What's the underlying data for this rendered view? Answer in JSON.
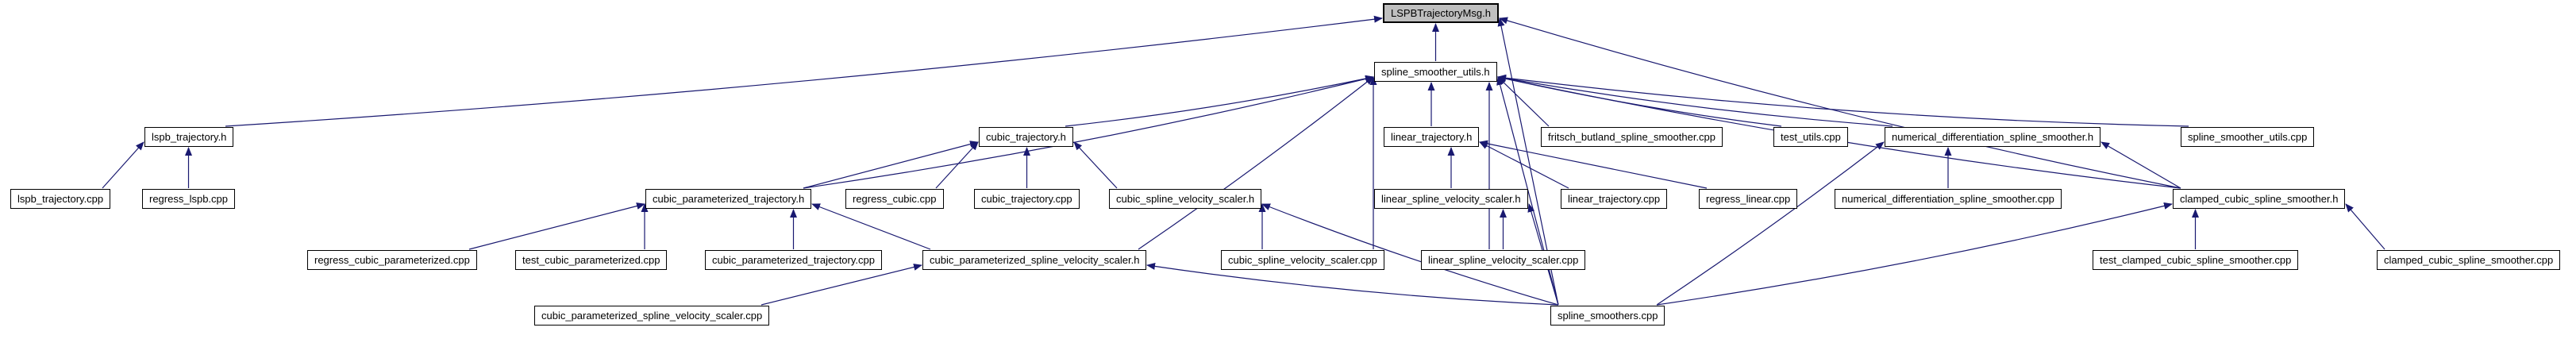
{
  "graph": {
    "background_color": "#ffffff",
    "edge_color": "#191970",
    "node_fill": "#ffffff",
    "node_border_color": "#000000",
    "root_fill": "#bfbfbf",
    "root_label": "LSPBTrajectoryMsg.h",
    "nodes": [
      {
        "id": "root",
        "label": "LSPBTrajectoryMsg.h"
      },
      {
        "id": "utils",
        "label": "spline_smoother_utils.h"
      },
      {
        "id": "lspb_h",
        "label": "lspb_trajectory.h"
      },
      {
        "id": "cubic_h",
        "label": "cubic_trajectory.h"
      },
      {
        "id": "linear_h",
        "label": "linear_trajectory.h"
      },
      {
        "id": "fritsch_cpp",
        "label": "fritsch_butland_spline_smoother.cpp"
      },
      {
        "id": "test_utils_cpp",
        "label": "test_utils.cpp"
      },
      {
        "id": "ndss_h",
        "label": "numerical_differentiation_spline_smoother.h"
      },
      {
        "id": "utils_cpp",
        "label": "spline_smoother_utils.cpp"
      },
      {
        "id": "lspb_cpp",
        "label": "lspb_trajectory.cpp"
      },
      {
        "id": "regress_lspb",
        "label": "regress_lspb.cpp"
      },
      {
        "id": "cpt_h",
        "label": "cubic_parameterized_trajectory.h"
      },
      {
        "id": "regress_cubic",
        "label": "regress_cubic.cpp"
      },
      {
        "id": "cubic_cpp",
        "label": "cubic_trajectory.cpp"
      },
      {
        "id": "csvs_h",
        "label": "cubic_spline_velocity_scaler.h"
      },
      {
        "id": "lsvs_h",
        "label": "linear_spline_velocity_scaler.h"
      },
      {
        "id": "linear_cpp",
        "label": "linear_trajectory.cpp"
      },
      {
        "id": "regress_linear",
        "label": "regress_linear.cpp"
      },
      {
        "id": "ndss_cpp",
        "label": "numerical_differentiation_spline_smoother.cpp"
      },
      {
        "id": "ccss_h",
        "label": "clamped_cubic_spline_smoother.h"
      },
      {
        "id": "regress_cp_cpp",
        "label": "regress_cubic_parameterized.cpp"
      },
      {
        "id": "test_cp_cpp",
        "label": "test_cubic_parameterized.cpp"
      },
      {
        "id": "cpt_cpp",
        "label": "cubic_parameterized_trajectory.cpp"
      },
      {
        "id": "cpsvs_h",
        "label": "cubic_parameterized_spline_velocity_scaler.h"
      },
      {
        "id": "csvs_cpp",
        "label": "cubic_spline_velocity_scaler.cpp"
      },
      {
        "id": "lsvs_cpp",
        "label": "linear_spline_velocity_scaler.cpp"
      },
      {
        "id": "test_ccss_cpp",
        "label": "test_clamped_cubic_spline_smoother.cpp"
      },
      {
        "id": "ccss_cpp",
        "label": "clamped_cubic_spline_smoother.cpp"
      },
      {
        "id": "cpsvs_cpp",
        "label": "cubic_parameterized_spline_velocity_scaler.cpp"
      },
      {
        "id": "smoothers_cpp",
        "label": "spline_smoothers.cpp"
      }
    ],
    "edges": [
      {
        "from": "utils",
        "to": "root"
      },
      {
        "from": "lspb_h",
        "to": "root"
      },
      {
        "from": "smoothers_cpp",
        "to": "root"
      },
      {
        "from": "ccss_h",
        "to": "root"
      },
      {
        "from": "cubic_h",
        "to": "utils"
      },
      {
        "from": "cpt_h",
        "to": "utils"
      },
      {
        "from": "cpsvs_h",
        "to": "utils"
      },
      {
        "from": "linear_h",
        "to": "utils"
      },
      {
        "from": "csvs_cpp",
        "to": "utils"
      },
      {
        "from": "lsvs_cpp",
        "to": "utils"
      },
      {
        "from": "smoothers_cpp",
        "to": "utils"
      },
      {
        "from": "fritsch_cpp",
        "to": "utils"
      },
      {
        "from": "test_utils_cpp",
        "to": "utils"
      },
      {
        "from": "ndss_h",
        "to": "utils"
      },
      {
        "from": "utils_cpp",
        "to": "utils"
      },
      {
        "from": "ccss_h",
        "to": "utils"
      },
      {
        "from": "lspb_cpp",
        "to": "lspb_h"
      },
      {
        "from": "regress_lspb",
        "to": "lspb_h"
      },
      {
        "from": "cpt_h",
        "to": "cubic_h"
      },
      {
        "from": "regress_cubic",
        "to": "cubic_h"
      },
      {
        "from": "cubic_cpp",
        "to": "cubic_h"
      },
      {
        "from": "csvs_h",
        "to": "cubic_h"
      },
      {
        "from": "lsvs_h",
        "to": "linear_h"
      },
      {
        "from": "linear_cpp",
        "to": "linear_h"
      },
      {
        "from": "regress_linear",
        "to": "linear_h"
      },
      {
        "from": "ndss_cpp",
        "to": "ndss_h"
      },
      {
        "from": "ccss_h",
        "to": "ndss_h"
      },
      {
        "from": "smoothers_cpp",
        "to": "ndss_h"
      },
      {
        "from": "test_ccss_cpp",
        "to": "ccss_h"
      },
      {
        "from": "ccss_cpp",
        "to": "ccss_h"
      },
      {
        "from": "smoothers_cpp",
        "to": "ccss_h"
      },
      {
        "from": "regress_cp_cpp",
        "to": "cpt_h"
      },
      {
        "from": "test_cp_cpp",
        "to": "cpt_h"
      },
      {
        "from": "cpt_cpp",
        "to": "cpt_h"
      },
      {
        "from": "cpsvs_h",
        "to": "cpt_h"
      },
      {
        "from": "csvs_cpp",
        "to": "csvs_h"
      },
      {
        "from": "smoothers_cpp",
        "to": "csvs_h"
      },
      {
        "from": "lsvs_cpp",
        "to": "lsvs_h"
      },
      {
        "from": "smoothers_cpp",
        "to": "lsvs_h"
      },
      {
        "from": "cpsvs_cpp",
        "to": "cpsvs_h"
      },
      {
        "from": "smoothers_cpp",
        "to": "cpsvs_h"
      }
    ]
  }
}
